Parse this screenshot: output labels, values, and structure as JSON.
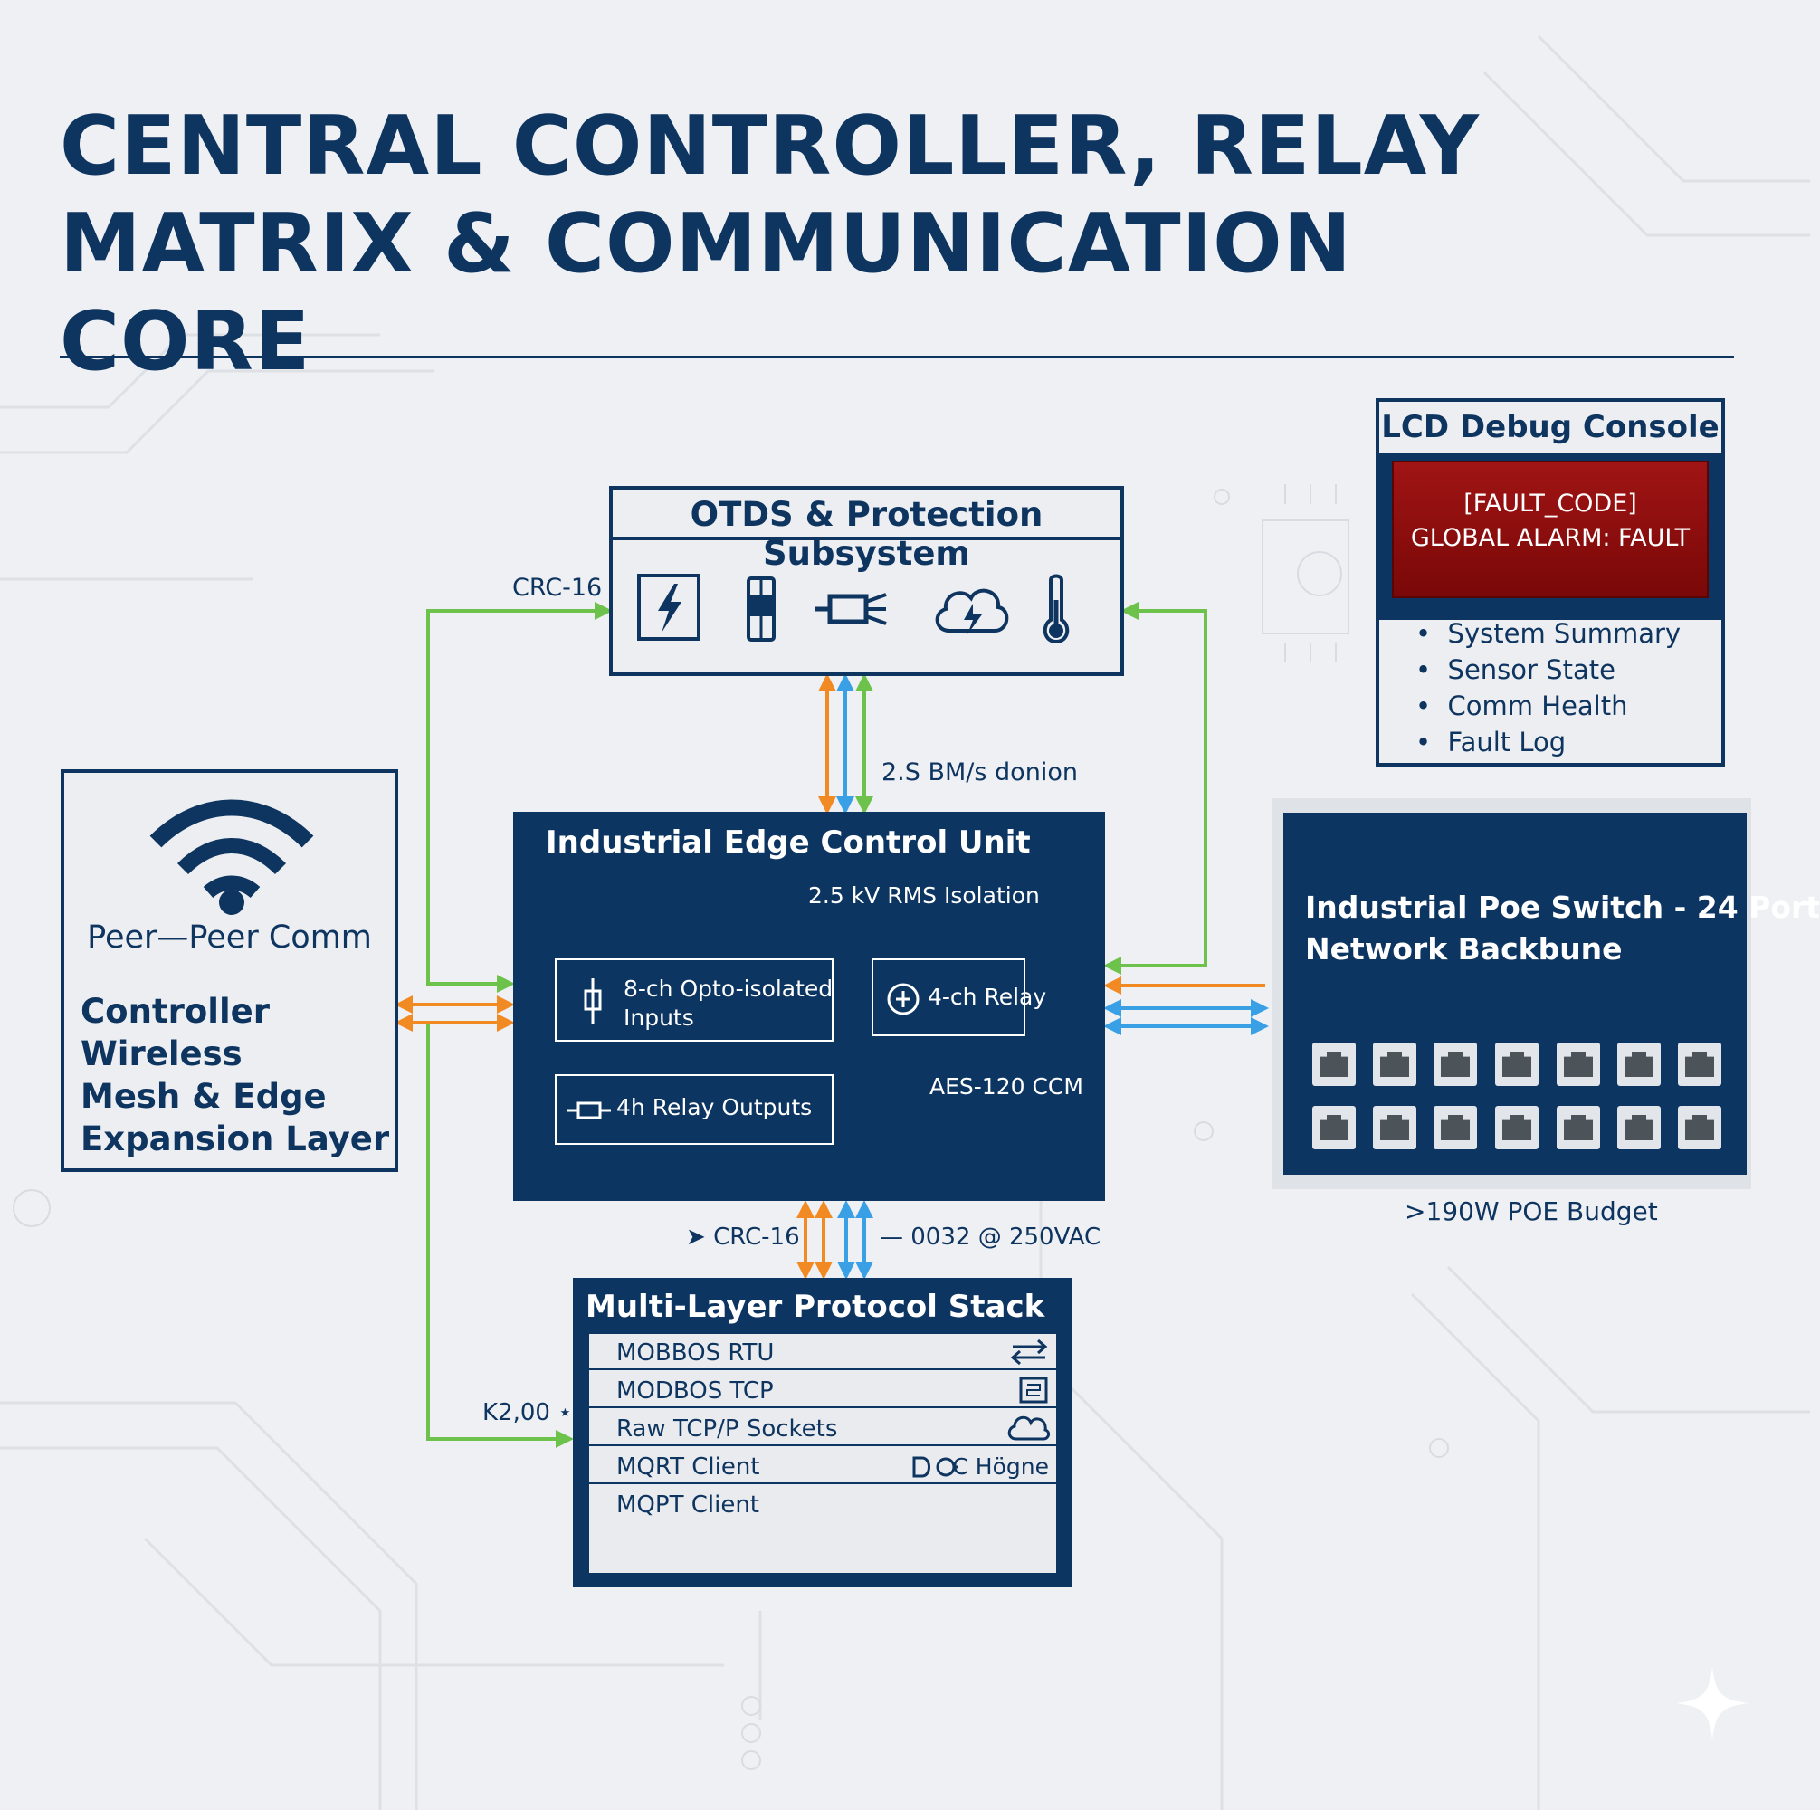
{
  "title": {
    "line1": "CENTRAL CONTROLLER, RELAY",
    "line2": "MATRIX & COMMUNICATION CORE"
  },
  "otds": {
    "title": "OTDS & Protection Subsystem",
    "icons": [
      "lightning-icon",
      "fuse-icon",
      "connector-icon",
      "cloud-lightning-icon",
      "thermometer-icon"
    ]
  },
  "lcd": {
    "title": "LCD Debug Console",
    "fault_code": "[FAULT_CODE]",
    "alarm": "GLOBAL ALARM: FAULT",
    "items": [
      "System Summary",
      "Sensor State",
      "Comm Health",
      "Fault Log"
    ]
  },
  "wireless": {
    "peer_label": "Peer—Peer Comm",
    "title_line1": "Controller Wireless",
    "title_line2": "Mesh & Edge",
    "title_line3": "Expansion Layer"
  },
  "edge": {
    "title": "Industrial Edge Control Unit",
    "isolation": "2.5 kV RMS Isolation",
    "inputs_line1": "8-ch Opto-isolated",
    "inputs_line2": "Inputs",
    "relay": "4-ch Relay",
    "relay_outputs": "4h Relay Outputs",
    "aes": "AES-120 CCM"
  },
  "switch": {
    "title_line1": "Industrial Poe Switch - 24 Port",
    "title_line2": "Network Backbune",
    "budget": ">190W POE Budget"
  },
  "protocol": {
    "title": "Multi-Layer Protocol Stack",
    "rows": [
      "MOBBOS RTU",
      "MODBOS TCP",
      "Raw TCP/P Sockets",
      "MQRT Client",
      "MQPT Client"
    ],
    "row4_extra": "C Högne"
  },
  "labels": {
    "crc_top": "CRC-16",
    "speed": "2.S BM/s donion",
    "crc_bottom": "CRC-16",
    "voltage": "— 0032 @ 250VAC",
    "k200": "K2,00"
  },
  "colors": {
    "navy": "#0d3562",
    "green": "#6cc24a",
    "orange": "#f28a24",
    "blue": "#3aa0e6",
    "fault_red": "#8b0c0c"
  }
}
